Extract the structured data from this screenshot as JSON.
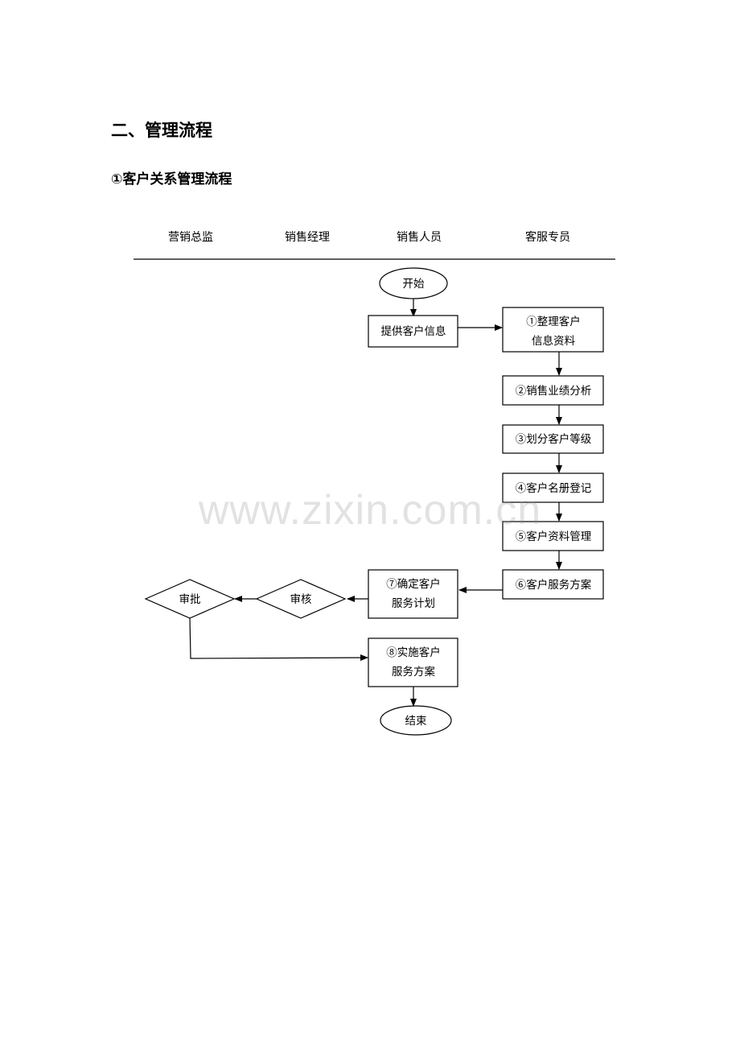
{
  "section_title": "二、管理流程",
  "subsection_title": "①客户关系管理流程",
  "lanes": [
    "营销总监",
    "销售经理",
    "销售人员",
    "客服专员"
  ],
  "nodes": {
    "start": "开始",
    "provide_info": "提供客户信息",
    "organize_line1": "①整理客户",
    "organize_line2": "信息资料",
    "sales_analysis": "②销售业绩分析",
    "classify": "③划分客户等级",
    "register": "④客户名册登记",
    "data_manage": "⑤客户资料管理",
    "service_plan": "⑥客户服务方案",
    "confirm_line1": "⑦确定客户",
    "confirm_line2": "服务计划",
    "review": "审核",
    "approve": "审批",
    "implement_line1": "⑧实施客户",
    "implement_line2": "服务方案",
    "end": "结束"
  },
  "watermark": "www.zixin.com.cn"
}
